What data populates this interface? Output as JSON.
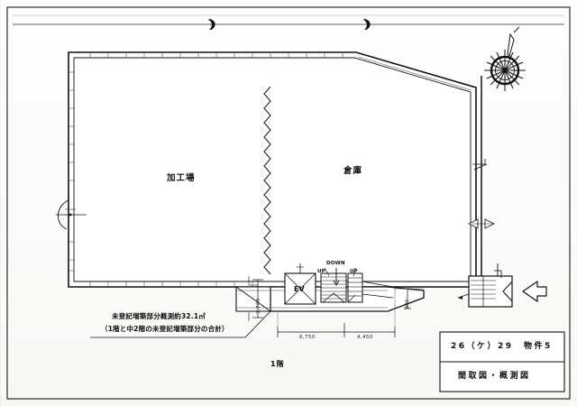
{
  "document": {
    "kind": "floor-plan-drawing",
    "floor_label": "1階",
    "title_block": {
      "case_number": "26（ケ）29　物件5",
      "drawing_title": "間取図・概測図"
    }
  },
  "rooms": [
    {
      "id": "processing",
      "label": "加工場"
    },
    {
      "id": "warehouse",
      "label": "倉庫"
    }
  ],
  "annotations": {
    "unregistered_area_line1": "未登記増築部分概測約32.1㎡",
    "unregistered_area_line2": "（1階と中2階の未登記増築部分の合計）"
  },
  "plan_labels": {
    "elevator": "EV",
    "stair_down": "DOWN",
    "stair_up_left": "UP",
    "stair_up_right": "UP"
  },
  "dimensions": {
    "bottom_left": "6,750",
    "bottom_right": "4,450",
    "vertical_left": "3,700",
    "vertical_small": "900"
  },
  "icons": {
    "compass": "compass-rose-icon",
    "entry_arrow": "entrance-arrow-icon",
    "door_swing": "door-swing-icon",
    "break_line": "zigzag-break-line-icon",
    "fold_mark_left": "fold-mark-icon",
    "fold_mark_right": "fold-mark-icon"
  },
  "colors": {
    "ink": "#111111",
    "paper": "#fdfdfb",
    "light_ink": "#555555"
  }
}
